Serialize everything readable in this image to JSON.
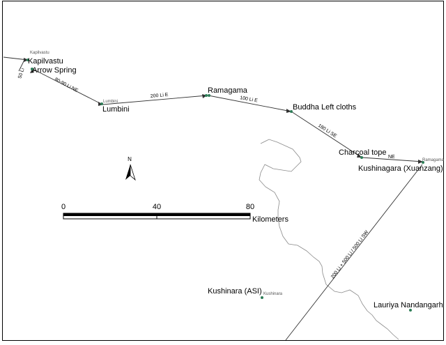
{
  "places": {
    "kapilvastu": "Kapilvastu",
    "kapilvastu_small": "Kapilvastu",
    "arrow_spring": "Arrow Spring",
    "lumbini": "Lumbini",
    "lumbini_small": "Lumbini",
    "ramagama": "Ramagama",
    "buddha_left_cloths": "Buddha Left cloths",
    "charcoal_tope": "Charcoal tope",
    "ramagama_small": "Ramagama",
    "kushinagara_xuanzang": "Kushinagara (Xuanzang)",
    "kushinara_asi": "Kushinara (ASI)",
    "kushinara_small": "Kushinara",
    "lauriya_nandangarh": "Lauriya Nandangarh"
  },
  "routes": {
    "kap_arrow": "50 Li",
    "arrow_lumbini": "80-90 Li NE",
    "lumbini_ramagama": "200 Li E",
    "ramagama_cloths": "100 Li E",
    "cloths_charcoal": "180 Li SE",
    "charcoal_kushinagara": "NE",
    "southwest": "200 Li + 500 Li / 500 Li SW"
  },
  "north_arrow": {
    "label": "N"
  },
  "scale_bar": {
    "ticks": [
      "0",
      "40",
      "80"
    ],
    "unit": "Kilometers"
  },
  "colors": {
    "point": "#2e7d57",
    "line": "#333333",
    "river": "#888888"
  }
}
